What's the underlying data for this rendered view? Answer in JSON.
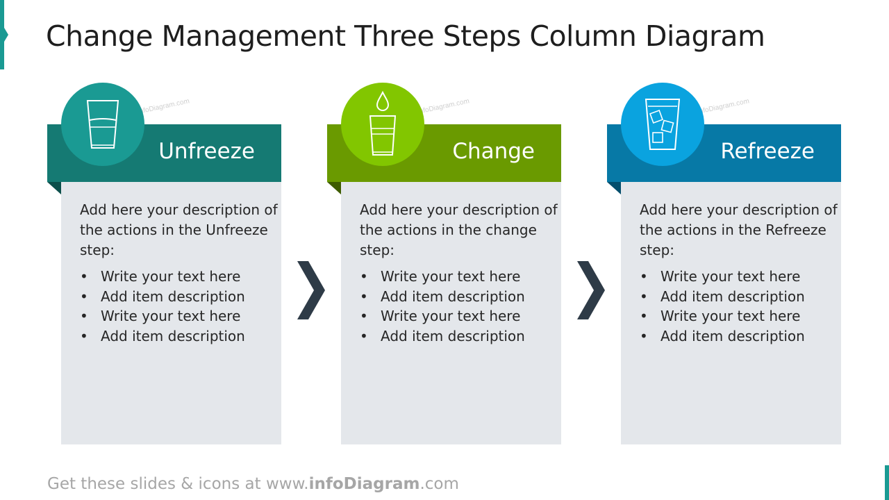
{
  "title": "Change Management Three Steps Column Diagram",
  "colors": {
    "accent": "#1a9a93",
    "unfreeze_header": "#157a73",
    "unfreeze_circle": "#1a9a93",
    "change_header": "#6a9a00",
    "change_circle": "#82c600",
    "refreeze_header": "#0779a6",
    "refreeze_circle": "#0aa3df",
    "column_body": "#e4e7eb",
    "arrow": "#2e3b47"
  },
  "columns": [
    {
      "label": "Unfreeze",
      "icon": "water-glass-icon",
      "description": "Add here your description of the actions in the Unfreeze step:",
      "bullets": [
        "Write your text here",
        "Add item description",
        "Write your text here",
        "Add item description"
      ]
    },
    {
      "label": "Change",
      "icon": "water-drop-glass-icon",
      "description": "Add here your description of the actions in the change step:",
      "bullets": [
        "Write your text here",
        "Add item description",
        "Write your text here",
        "Add item description"
      ]
    },
    {
      "label": "Refreeze",
      "icon": "ice-glass-icon",
      "description": "Add here your description of the actions in the Refreeze step:",
      "bullets": [
        "Write your text here",
        "Add item description",
        "Write your text here",
        "Add item description"
      ]
    }
  ],
  "watermark": "infoDiagram.com",
  "footer": {
    "prefix": "Get these slides & icons at www.",
    "brand": "infoDiagram",
    "suffix": ".com"
  }
}
